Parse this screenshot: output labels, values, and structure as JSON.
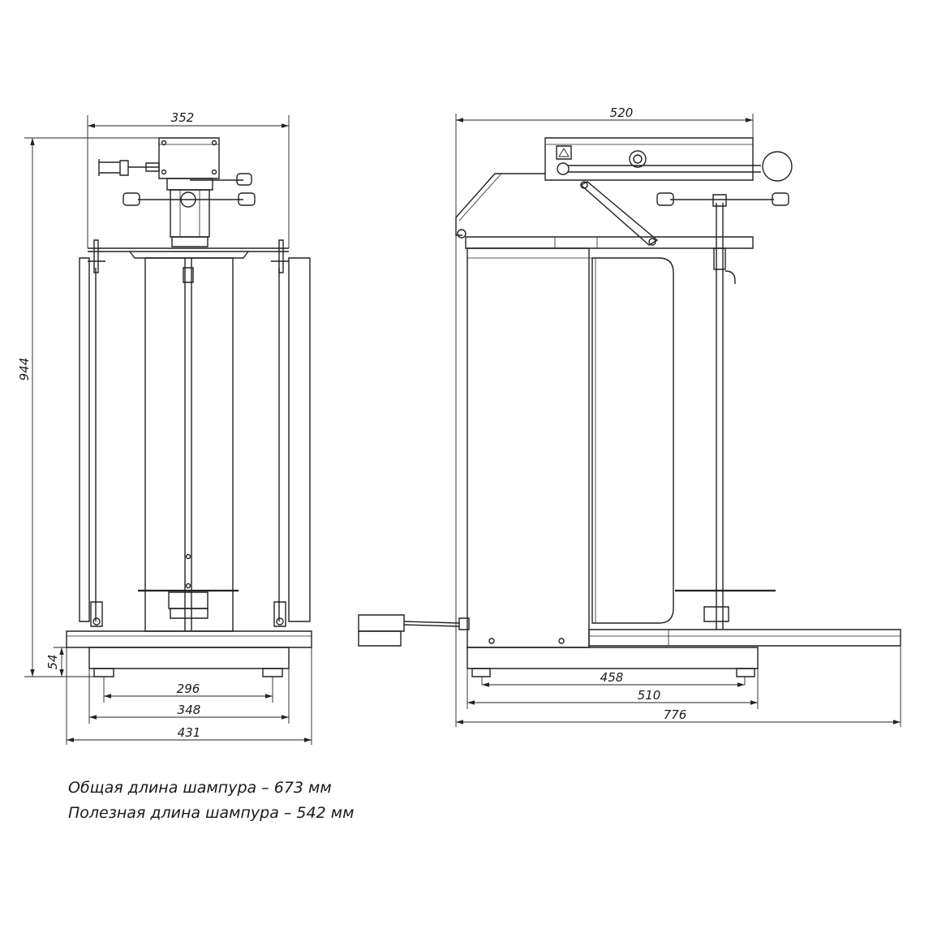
{
  "front_view": {
    "dimensions": {
      "top_width": "352",
      "height": "944",
      "leg_height": "54",
      "foot_spacing": "296",
      "base_width": "348",
      "overall_width": "431"
    }
  },
  "side_view": {
    "dimensions": {
      "top_depth": "520",
      "foot_spacing": "458",
      "base_depth": "510",
      "overall_depth": "776"
    }
  },
  "notes": {
    "total_skewer_length": "Общая длина шампура – 673 мм",
    "useful_skewer_length": "Полезная длина шампура – 542 мм"
  }
}
